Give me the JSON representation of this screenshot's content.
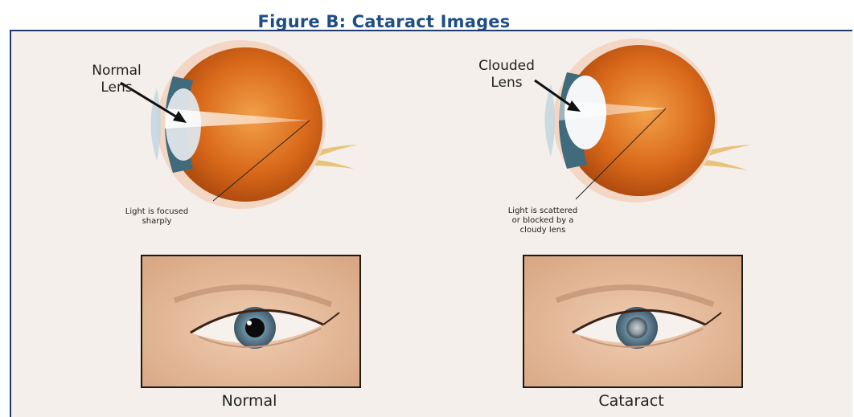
{
  "figure": {
    "title": "Figure B: Cataract Images"
  },
  "left_panel": {
    "lens_label_line1": "Normal",
    "lens_label_line2": "Lens",
    "light_label_line1": "Light is focused",
    "light_label_line2": "sharply",
    "caption": "Normal"
  },
  "right_panel": {
    "lens_label_line1": "Clouded",
    "lens_label_line2": "Lens",
    "light_label_line1": "Light is scattered",
    "light_label_line2": "or blocked by a",
    "light_label_line3": "cloudy lens",
    "caption": "Cataract"
  },
  "colors": {
    "title": "#1f4e87",
    "frame_border": "#1f3b6e",
    "background": "#f4efea",
    "eyeball": "#d86a1c",
    "iris": "#5f7f93",
    "skin": "#e7c0a2"
  }
}
